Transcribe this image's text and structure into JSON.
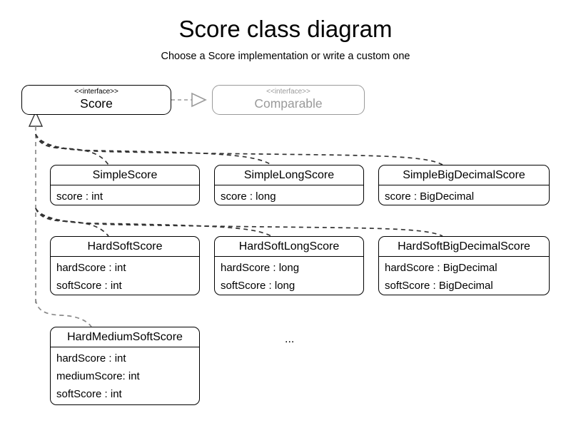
{
  "diagram": {
    "type": "uml-class-diagram",
    "title": "Score class diagram",
    "subtitle": "Choose a Score implementation or write a custom one",
    "ellipsis": "...",
    "colors": {
      "background": "#ffffff",
      "stroke": "#000000",
      "faded_stroke": "#9a9a9a",
      "connector": "#555555",
      "connector_dark": "#333333"
    },
    "interfaces": [
      {
        "id": "score",
        "stereotype": "<<interface>>",
        "name": "Score",
        "faded": false
      },
      {
        "id": "comparable",
        "stereotype": "<<interface>>",
        "name": "Comparable",
        "faded": true
      }
    ],
    "classes": [
      {
        "id": "simple-score",
        "name": "SimpleScore",
        "attributes": [
          "score : int"
        ]
      },
      {
        "id": "simple-long-score",
        "name": "SimpleLongScore",
        "attributes": [
          "score : long"
        ]
      },
      {
        "id": "simple-big-decimal-score",
        "name": "SimpleBigDecimalScore",
        "attributes": [
          "score : BigDecimal"
        ]
      },
      {
        "id": "hard-soft-score",
        "name": "HardSoftScore",
        "attributes": [
          "hardScore : int",
          "softScore : int"
        ]
      },
      {
        "id": "hard-soft-long-score",
        "name": "HardSoftLongScore",
        "attributes": [
          "hardScore : long",
          "softScore : long"
        ]
      },
      {
        "id": "hard-soft-big-decimal-score",
        "name": "HardSoftBigDecimalScore",
        "attributes": [
          "hardScore : BigDecimal",
          "softScore : BigDecimal"
        ]
      },
      {
        "id": "hard-medium-soft-score",
        "name": "HardMediumSoftScore",
        "attributes": [
          "hardScore : int",
          "mediumScore: int",
          "softScore : int"
        ]
      }
    ],
    "relationships": [
      {
        "from": "score",
        "to": "comparable",
        "kind": "realization",
        "style": "dashed-hollow-triangle"
      },
      {
        "from": "simple-score",
        "to": "score",
        "kind": "realization",
        "style": "dashed"
      },
      {
        "from": "simple-long-score",
        "to": "score",
        "kind": "realization",
        "style": "dashed"
      },
      {
        "from": "simple-big-decimal-score",
        "to": "score",
        "kind": "realization",
        "style": "dashed"
      },
      {
        "from": "hard-soft-score",
        "to": "score",
        "kind": "realization",
        "style": "dashed"
      },
      {
        "from": "hard-soft-long-score",
        "to": "score",
        "kind": "realization",
        "style": "dashed"
      },
      {
        "from": "hard-soft-big-decimal-score",
        "to": "score",
        "kind": "realization",
        "style": "dashed"
      },
      {
        "from": "hard-medium-soft-score",
        "to": "score",
        "kind": "realization",
        "style": "dashed"
      }
    ]
  }
}
